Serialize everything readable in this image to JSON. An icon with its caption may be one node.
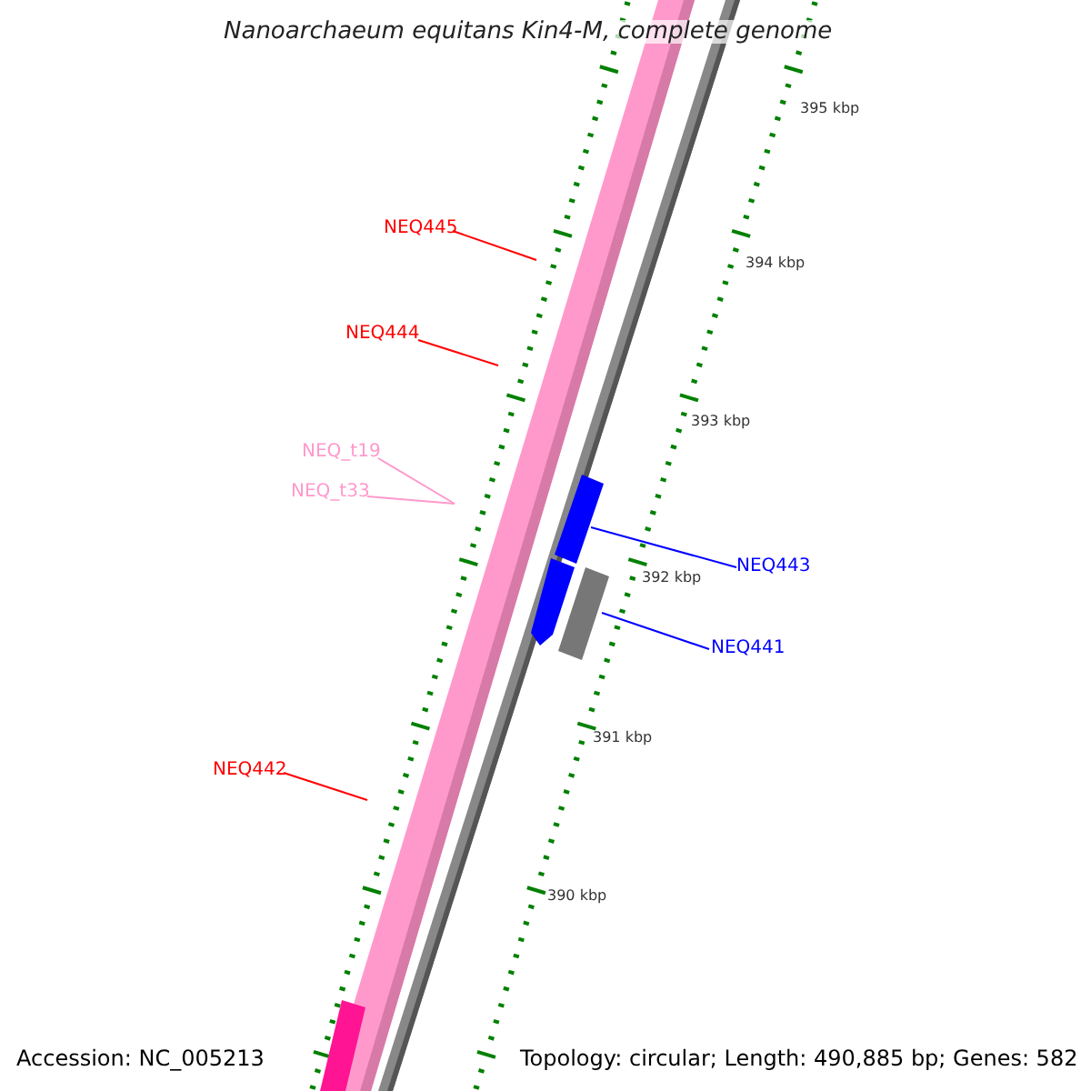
{
  "diagram": {
    "title": "Nanoarchaeum equitans Kin4-M, complete genome",
    "nodes": [
      {
        "text": [
          "NEQ445"
        ]
      },
      {
        "text": [
          "NEQ444"
        ]
      },
      {
        "text": [
          "NEQ_t19"
        ]
      },
      {
        "text": [
          "NEQ_t33"
        ]
      },
      {
        "text": [
          "NEQ443"
        ]
      },
      {
        "text": [
          "NEQ441"
        ]
      },
      {
        "text": [
          "NEQ442"
        ]
      },
      {
        "text": [],
        "shape": "box"
      },
      {
        "text": [],
        "shape": "box"
      },
      {
        "text": [],
        "shape": "box"
      }
    ],
    "edges": [
      {
        "from": 0,
        "to": null,
        "arrow": "none"
      },
      {
        "from": 1,
        "to": null,
        "arrow": "none"
      },
      {
        "from": 2,
        "to": null,
        "arrow": "none",
        "color": "#ff99cc"
      },
      {
        "from": 3,
        "to": null,
        "arrow": "none",
        "color": "#ff99cc"
      },
      {
        "from": 4,
        "to": 7,
        "arrow": "none",
        "color": "#0000ff"
      },
      {
        "from": 5,
        "to": 9,
        "arrow": "none",
        "color": "#0000ff"
      },
      {
        "from": 6,
        "to": null,
        "arrow": "none"
      }
    ],
    "labels": [
      "395 kbp",
      "394 kbp",
      "393 kbp",
      "392 kbp",
      "391 kbp",
      "390 kbp",
      "Accession: NC_005213",
      "Topology: circular; Length: 490,885 bp; Genes: 582"
    ]
  }
}
